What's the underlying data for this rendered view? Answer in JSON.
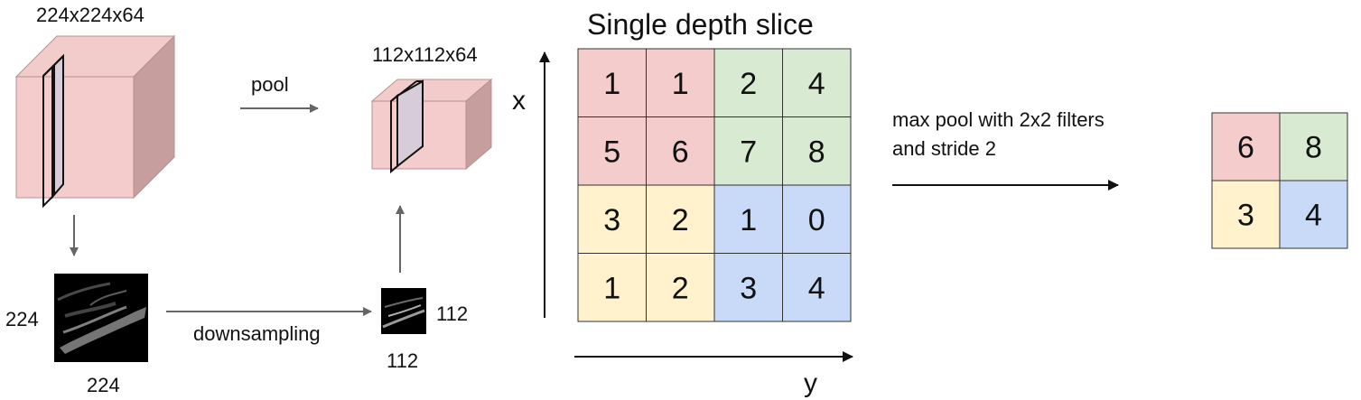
{
  "left": {
    "volume_label": "224x224x64",
    "pool_label": "pool",
    "pooled_volume_label": "112x112x64",
    "image_width_label": "224",
    "image_height_label": "224",
    "downsampling_label": "downsampling",
    "small_image_height_label": "112",
    "small_image_width_label": "112"
  },
  "right": {
    "title": "Single depth slice",
    "x_axis_label": "x",
    "y_axis_label": "y",
    "grid": [
      [
        "1",
        "1",
        "2",
        "4"
      ],
      [
        "5",
        "6",
        "7",
        "8"
      ],
      [
        "3",
        "2",
        "1",
        "0"
      ],
      [
        "1",
        "2",
        "3",
        "4"
      ]
    ],
    "operation_line1": "max pool with 2x2 filters",
    "operation_line2": "and stride 2",
    "result": [
      [
        "6",
        "8"
      ],
      [
        "3",
        "4"
      ]
    ]
  },
  "colors": {
    "red": "#f4cccc",
    "green": "#d9ead3",
    "yellow": "#fff2cc",
    "blue": "#c9daf8",
    "cube_front": "#f4cccc",
    "cube_top": "#efc5c5",
    "cube_side": "#c9a0a0",
    "slice": "#cfc5d6",
    "arrow": "#666666"
  }
}
